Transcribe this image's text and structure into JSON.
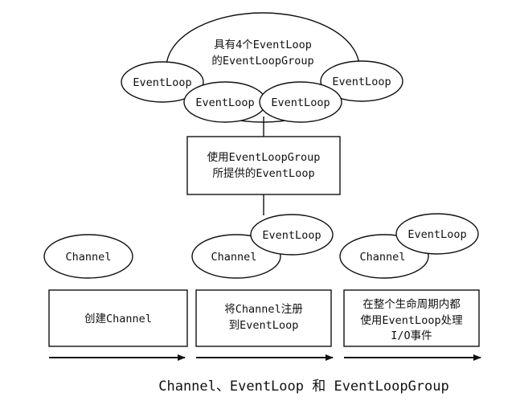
{
  "group": {
    "title_line1": "具有4个EventLoop",
    "title_line2": "的EventLoopGroup",
    "loops": [
      "EventLoop",
      "EventLoop",
      "EventLoop",
      "EventLoop"
    ]
  },
  "provider_box": {
    "line1": "使用EventLoopGroup",
    "line2": "所提供的EventLoop"
  },
  "stages": [
    {
      "channel": "Channel",
      "event_loop": "",
      "text_line1": "创建Channel",
      "text_line2": "",
      "text_line3": ""
    },
    {
      "channel": "Channel",
      "event_loop": "EventLoop",
      "text_line1": "将Channel注册",
      "text_line2": "到EventLoop",
      "text_line3": ""
    },
    {
      "channel": "Channel",
      "event_loop": "EventLoop",
      "text_line1": "在整个生命周期内都",
      "text_line2": "使用EventLoop处理",
      "text_line3": "I/O事件"
    }
  ],
  "caption": "Channel、EventLoop 和 EventLoopGroup"
}
